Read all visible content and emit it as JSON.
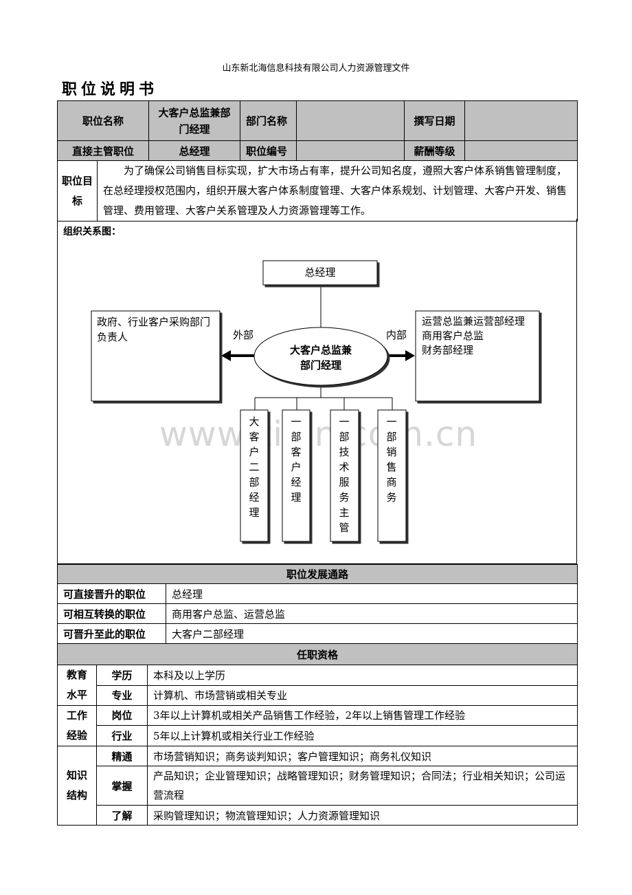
{
  "header": "山东新北海信息科技有限公司人力资源管理文件",
  "doc_title": "职位说明书",
  "info": {
    "position_name_label": "职位名称",
    "position_name": "大客户总监兼部门经理",
    "dept_label": "部门名称",
    "dept_value": "",
    "write_date_label": "撰写日期",
    "write_date_value": "",
    "supervisor_label": "直接主管职位",
    "supervisor": "总经理",
    "code_label": "职位编号",
    "code_value": "",
    "salary_label": "薪酬等级",
    "salary_value": ""
  },
  "goal": {
    "label": "职位目标",
    "text": "为了确保公司销售目标实现，扩大市场占有率，提升公司知名度，遵照大客户体系销售管理制度，在总经理授权范围内，组织开展大客户体系制度管理、大客户体系规划、计划管理、大客户开发、销售管理、费用管理、大客户关系管理及人力资源管理等工作。"
  },
  "org": {
    "label": "组织关系图：",
    "top": "总经理",
    "center": "大客户总监兼部门经理",
    "left_box": "政府、行业客户采购部门负责人",
    "left_arrow_label": "外部",
    "right_arrow_label": "内部",
    "right_box": [
      "运营总监兼运营部经理",
      "商用客户总监",
      "财务部经理"
    ],
    "subs": [
      "大客户二部经理",
      "一部客户经理",
      "一部技术服务主管",
      "一部销售商务"
    ]
  },
  "watermark": "www.zixin.com.cn",
  "career": {
    "title": "职位发展通路",
    "rows": [
      {
        "label": "可直接晋升的职位",
        "value": "总经理"
      },
      {
        "label": "可相互转换的职位",
        "value": "商用客户总监、运营总监"
      },
      {
        "label": "可晋升至此的职位",
        "value": "大客户二部经理"
      }
    ]
  },
  "qual": {
    "title": "任职资格",
    "edu_label": "教育水平",
    "edu": [
      {
        "label": "学历",
        "value": "本科及以上学历"
      },
      {
        "label": "专业",
        "value": "计算机、市场营销或相关专业"
      }
    ],
    "exp_label": "工作经验",
    "exp": [
      {
        "label": "岗位",
        "value": "3年以上计算机或相关产品销售工作经验，2年以上销售管理工作经验"
      },
      {
        "label": "行业",
        "value": "5年以上计算机或相关行业工作经验"
      }
    ],
    "know_label": "知识结构",
    "know": [
      {
        "label": "精通",
        "value": "市场营销知识；商务谈判知识；客户管理知识；商务礼仪知识"
      },
      {
        "label": "掌握",
        "value": "产品知识；企业管理知识；战略管理知识；财务管理知识；合同法；行业相关知识；公司运营流程"
      },
      {
        "label": "了解",
        "value": "采购管理知识；物流管理知识；人力资源管理知识"
      }
    ]
  }
}
